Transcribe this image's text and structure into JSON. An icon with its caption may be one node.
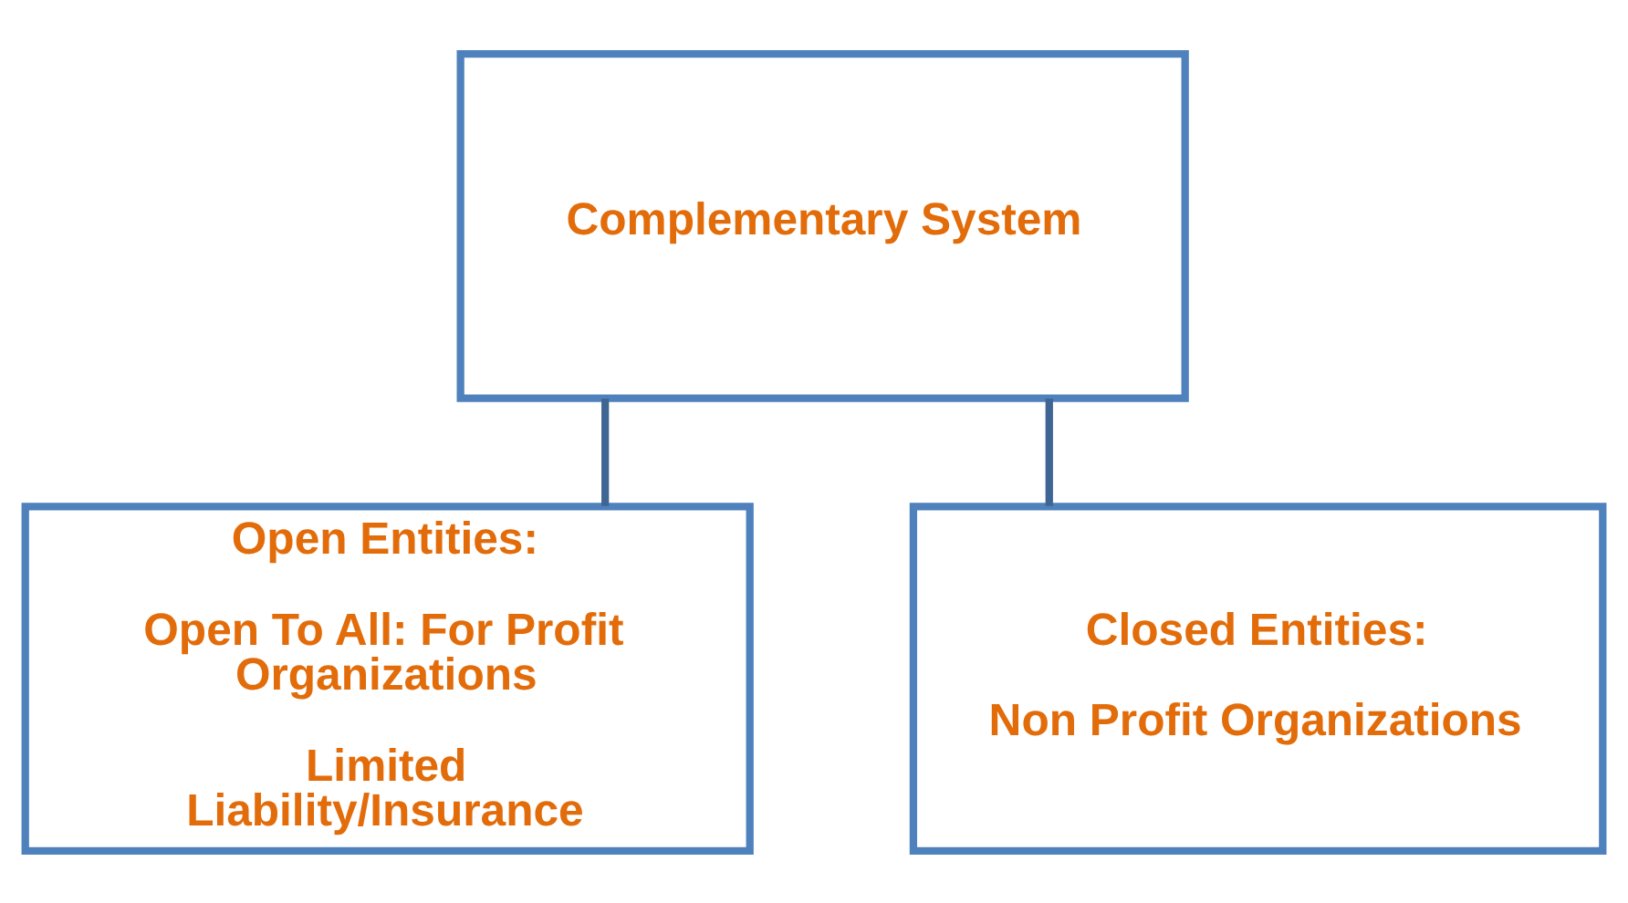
{
  "diagram": {
    "nodes": [
      {
        "text": [
          "Complementary System"
        ]
      },
      {
        "text": [
          "Open Entities:",
          "Open To All: For Profit Organizations",
          "Limited Liability/Insurance"
        ]
      },
      {
        "text": [
          "Closed Entities:",
          "Non Profit Organizations"
        ]
      }
    ],
    "edges": [
      {
        "from": 0,
        "to": 1,
        "arrow": "none"
      },
      {
        "from": 0,
        "to": 2,
        "arrow": "none"
      }
    ]
  }
}
